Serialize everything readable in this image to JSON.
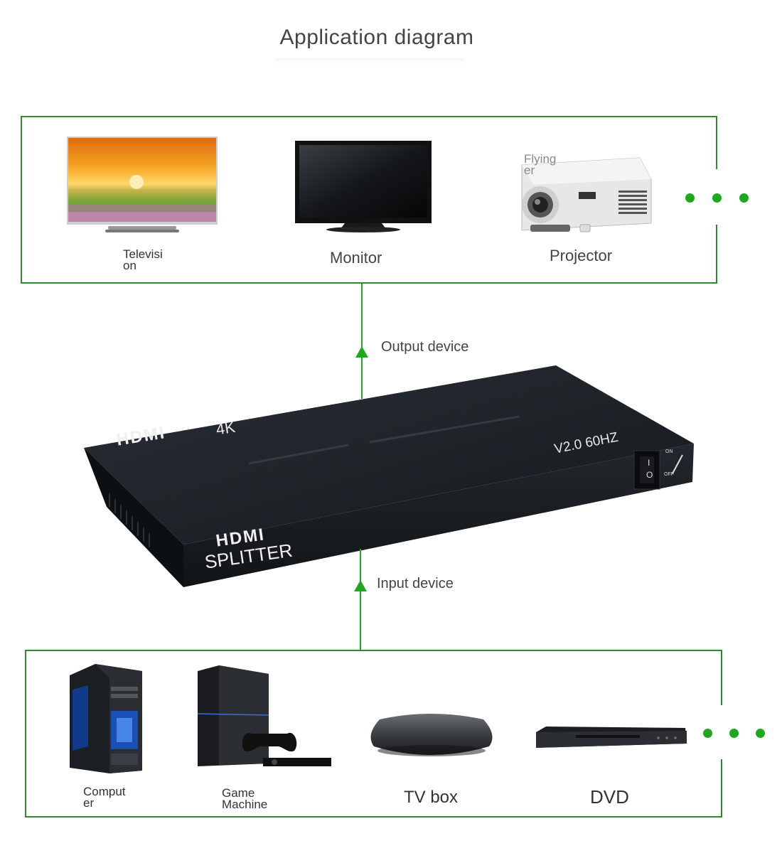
{
  "title": "Application diagram",
  "output_devices": {
    "items": [
      {
        "label_line1": "Televisi",
        "label_line2": "on"
      },
      {
        "label": "Monitor"
      },
      {
        "label": "Projector",
        "overlay_line1": "Flying",
        "overlay_line2": "er"
      }
    ],
    "more_indicator": "•••"
  },
  "connectors": {
    "output_label": "Output device",
    "input_label": "Input device"
  },
  "splitter": {
    "top_brand": "HDMI",
    "top_resolution": "4K",
    "top_spec": "V2.0 60HZ",
    "front_brand": "HDMI",
    "front_label": "SPLITTER",
    "switch_on": "ON",
    "switch_off": "OFF",
    "switch_on_symbol": "I",
    "switch_off_symbol": "O"
  },
  "input_devices": {
    "items": [
      {
        "label_line1": "Comput",
        "label_line2": "er"
      },
      {
        "label_line1": "Game",
        "label_line2": "Machine"
      },
      {
        "label": "TV box"
      },
      {
        "label": "DVD"
      }
    ]
  },
  "colors": {
    "accent_green": "#2e8b2e",
    "dot_green": "#1ea81e",
    "device_black": "#1d2228"
  }
}
